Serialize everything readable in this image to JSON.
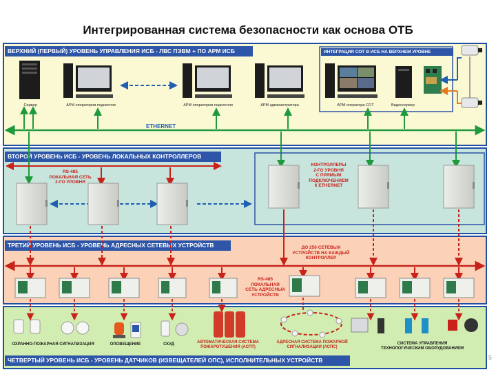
{
  "title": "Интегрированная система безопасности как основа ОТБ",
  "page_number": "5",
  "colors": {
    "band_border": "#1f4fa3",
    "level1_bg": "#fbf8d4",
    "level2_bg": "#c7e4dd",
    "level3_bg": "#fbd2b8",
    "level4_bg": "#d2edb1",
    "bus_green": "#1e9a3c",
    "bus_red": "#c8221a",
    "bus_blue": "#1e5fb0",
    "bus_orange": "#e27b21",
    "header_bg": "#2d55a8"
  },
  "level1": {
    "header": "ВЕРХНИЙ (ПЕРВЫЙ) УРОВЕНЬ УПРАВЛЕНИЯ ИСБ - ЛВС ПЭВМ + ПО АРМ ИСБ",
    "integration_header": "ИНТЕГРАЦИЯ СОТ В ИСБ НА ВЕРХНЕМ УРОВНЕ",
    "bus_label": "ETHERNET",
    "captions": [
      "Сервер",
      "АРМ операторов подсистем",
      "АРМ операторов подсистем",
      "АРМ администратора",
      "АРМ оператора СОТ",
      "Видеосервер"
    ]
  },
  "level2": {
    "header": "ВТОРОЙ УРОВЕНЬ ИСБ - УРОВЕНЬ ЛОКАЛЬНЫХ КОНТРОЛЛЕРОВ",
    "rs485_note": [
      "RS-485",
      "ЛОКАЛЬНАЯ СЕТЬ",
      "2-ГО УРОВНЯ"
    ],
    "controllers_note": [
      "КОНТРОЛЛЕРЫ",
      "2-ГО УРОВНЯ",
      "С ПРЯМЫМ",
      "ПОДКЛЮЧЕНИЕМ",
      "К ETHERNET"
    ]
  },
  "level3": {
    "header": "ТРЕТИЙ УРОВЕНЬ ИСБ - УРОВЕНЬ АДРЕСНЫХ СЕТЕВЫХ УСТРОЙСТВ",
    "devices_note": [
      "ДО 256 СЕТЕВЫХ",
      "УСТРОЙСТВ НА КАЖДЫЙ",
      "КОНТРОЛЛЕР"
    ],
    "rs485_note": [
      "RS-485",
      "ЛОКАЛЬНАЯ",
      "СЕТЬ АДРЕСНЫХ",
      "УСТРОЙСТВ"
    ]
  },
  "level4": {
    "header": "ЧЕТВЕРТЫЙ УРОВЕНЬ ИСБ - УРОВЕНЬ ДАТЧИКОВ (ИЗВЕЩАТЕЛЕЙ ОПС), ИСПОЛНИТЕЛЬНЫХ УСТРОЙСТВ",
    "captions": {
      "fire_alarm": "ОХРАННО-ПОЖАРНАЯ СИГНАЛИЗАЦИЯ",
      "notification": "ОПОВЕЩЕНИЕ",
      "access": "СКУД",
      "auto_fire": [
        "АВТОМАТИЧЕСКАЯ СИСТЕМА",
        "ПОЖАРОТУШЕНИЯ (АСПТ)"
      ],
      "address_fire": [
        "АДРЕСНАЯ СИСТЕМА ПОЖАРНОЙ",
        "СИГНАЛИЗАЦИИ (АСПС)"
      ],
      "tech_control": [
        "СИСТЕМА УПРАВЛЕНИЯ",
        "ТЕХНОЛОГИЧЕСКИМ ОБОРУДОВАНИЕМ"
      ]
    }
  }
}
